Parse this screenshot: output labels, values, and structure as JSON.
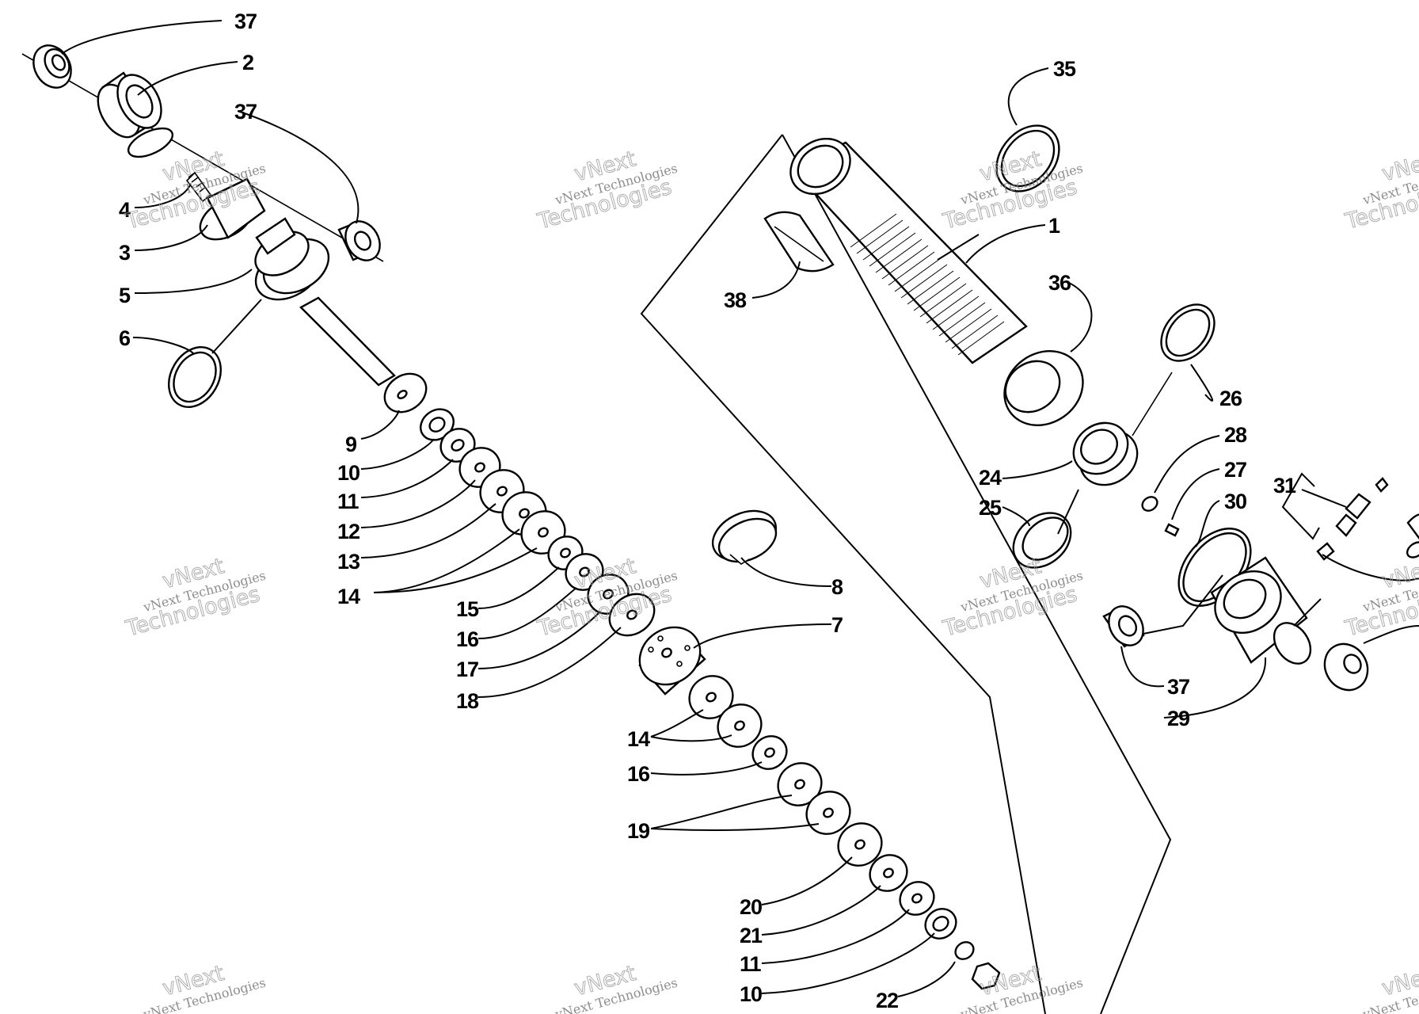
{
  "diagram": {
    "type": "exploded-parts-diagram",
    "callouts": [
      {
        "id": "c37a",
        "label": "37"
      },
      {
        "id": "c2",
        "label": "2"
      },
      {
        "id": "c37b",
        "label": "37"
      },
      {
        "id": "c4",
        "label": "4"
      },
      {
        "id": "c3",
        "label": "3"
      },
      {
        "id": "c5",
        "label": "5"
      },
      {
        "id": "c6",
        "label": "6"
      },
      {
        "id": "c9",
        "label": "9"
      },
      {
        "id": "c10a",
        "label": "10"
      },
      {
        "id": "c11a",
        "label": "11"
      },
      {
        "id": "c12",
        "label": "12"
      },
      {
        "id": "c13",
        "label": "13"
      },
      {
        "id": "c14a",
        "label": "14"
      },
      {
        "id": "c15",
        "label": "15"
      },
      {
        "id": "c16a",
        "label": "16"
      },
      {
        "id": "c17",
        "label": "17"
      },
      {
        "id": "c18",
        "label": "18"
      },
      {
        "id": "c8",
        "label": "8"
      },
      {
        "id": "c7",
        "label": "7"
      },
      {
        "id": "c14b",
        "label": "14"
      },
      {
        "id": "c16b",
        "label": "16"
      },
      {
        "id": "c19",
        "label": "19"
      },
      {
        "id": "c20",
        "label": "20"
      },
      {
        "id": "c21",
        "label": "21"
      },
      {
        "id": "c11b",
        "label": "11"
      },
      {
        "id": "c10b",
        "label": "10"
      },
      {
        "id": "c22",
        "label": "22"
      },
      {
        "id": "c35",
        "label": "35"
      },
      {
        "id": "c1",
        "label": "1"
      },
      {
        "id": "c38",
        "label": "38"
      },
      {
        "id": "c36",
        "label": "36"
      },
      {
        "id": "c26",
        "label": "26"
      },
      {
        "id": "c28",
        "label": "28"
      },
      {
        "id": "c27",
        "label": "27"
      },
      {
        "id": "c24",
        "label": "24"
      },
      {
        "id": "c25",
        "label": "25"
      },
      {
        "id": "c30",
        "label": "30"
      },
      {
        "id": "c31",
        "label": "31"
      },
      {
        "id": "c37c",
        "label": "37"
      },
      {
        "id": "c29",
        "label": "29"
      }
    ]
  },
  "watermark": {
    "line1": "vNext",
    "line2": "vNext Technologies",
    "line3": "Technologies"
  }
}
